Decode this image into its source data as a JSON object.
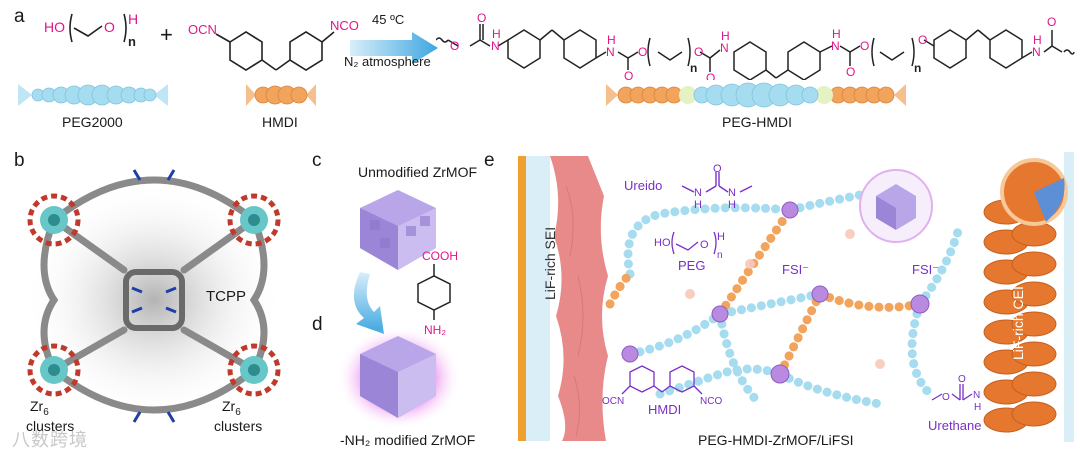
{
  "panel_a": {
    "label": "a",
    "peg_formula": "HO",
    "peg_h": "H",
    "peg_o": "O",
    "peg_n": "n",
    "plus": "+",
    "hmdi_nco_left": "OCN",
    "hmdi_nco_right": "NCO",
    "temp": "45 ºC",
    "atmosphere": "N₂ atmosphere",
    "peg_caption": "PEG2000",
    "hmdi_caption": "HMDI",
    "product_caption": "PEG-HMDI",
    "product_atoms": {
      "o": "O",
      "n": "N",
      "h": "H",
      "sub_n": "n"
    }
  },
  "panel_b": {
    "label": "b",
    "tcpp": "TCPP",
    "zr_left": "Zr",
    "zr_right": "Zr",
    "zr_sub": "6",
    "clusters_left": "clusters",
    "clusters_right": "clusters"
  },
  "panel_c": {
    "label": "c",
    "caption": "Unmodified ZrMOF",
    "cooh": "COOH",
    "nh2": "NH₂"
  },
  "panel_d": {
    "label": "d",
    "caption": "-NH₂ modified ZrMOF"
  },
  "panel_e": {
    "label": "e",
    "sei": "LiF-rich SEI",
    "cei": "LiF-rich CEI",
    "ureido": "Ureido",
    "peg": "PEG",
    "peg_ho": "HO",
    "peg_h": "H",
    "peg_o": "O",
    "peg_n": "n",
    "fsi_1": "FSI⁻",
    "fsi_2": "FSI⁻",
    "hmdi": "HMDI",
    "ocn": "OCN",
    "nco": "NCO",
    "urethane": "Urethane",
    "caption": "PEG-HMDI-ZrMOF/LiFSI"
  },
  "watermark": "八数跨境",
  "colors": {
    "magenta": "#e0168a",
    "purple": "#7a2fc7",
    "cyan_bead": "#a6dcef",
    "orange_bead": "#f2a45c",
    "mof_purple": "#b9a6e8",
    "arrow_blue": "#5fb4e6"
  }
}
